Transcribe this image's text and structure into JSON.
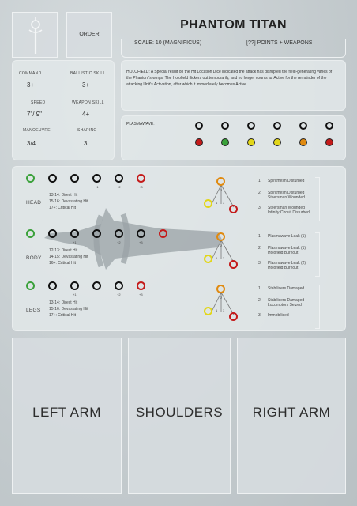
{
  "header": {
    "order_label": "ORDER",
    "title": "PHANTOM TITAN",
    "scale": "SCALE: 10 (MAGNIFICUS)",
    "points": "[??] POINTS + WEAPONS"
  },
  "stats": [
    {
      "label": "COMMAND",
      "value": "3+"
    },
    {
      "label": "BALLISTIC SKILL",
      "value": "3+"
    },
    {
      "label": "SPEED",
      "value": "7\"/ 9\""
    },
    {
      "label": "WEAPON SKILL",
      "value": "4+"
    },
    {
      "label": "MANOEUVRE",
      "value": "3/4"
    },
    {
      "label": "SHAPING",
      "value": "3"
    }
  ],
  "holofield": {
    "label": "HOLOFIELD:",
    "text": "A Special result on the Hit Location Dice indicated the attack has disrupted the field-generating vanes of the Phantom's wings. The Holofield flickers out temporarily, and no longer counts as Active for the remainder of the attacking Unit's Activation, after which it immediately becomes Active."
  },
  "plasma": {
    "label": "PLASMAWAVE:",
    "top_colors": [
      "#111111",
      "#111111",
      "#111111",
      "#111111",
      "#111111",
      "#111111"
    ],
    "bottom_colors": [
      "#c41a1a",
      "#3aa13a",
      "#e2d619",
      "#e2d619",
      "#e08a10",
      "#c41a1a"
    ]
  },
  "locations": [
    {
      "name": "HEAD",
      "tracks": [
        "green",
        "black",
        "black",
        "black",
        "black",
        "red"
      ],
      "modifiers": [
        "",
        "",
        "",
        "+1",
        "+2",
        "+3"
      ],
      "hits": [
        "13-14: Direct Hit",
        "15-16: Devastating Hit",
        "17+: Critical Hit"
      ],
      "diagram_labels": [
        "2",
        "1",
        "3"
      ],
      "effects": [
        {
          "n": "1.",
          "text": "Spiritmesh Disturbed"
        },
        {
          "n": "2.",
          "text": "Spiritmesh Disturbed\nSteersman Wounded"
        },
        {
          "n": "3.",
          "text": "Steersman Wounded\nInfinity Circuit Disturbed"
        }
      ]
    },
    {
      "name": "BODY",
      "tracks": [
        "green",
        "black",
        "black",
        "black",
        "black",
        "black",
        "red"
      ],
      "modifiers": [
        "",
        "",
        "+1",
        "",
        "+2",
        "+3",
        ""
      ],
      "hits": [
        "12-13: Direct Hit",
        "14-15: Devastating Hit",
        "16+: Critical Hit"
      ],
      "diagram_labels": [
        "2",
        "1",
        "3"
      ],
      "effects": [
        {
          "n": "1.",
          "text": "Plasmawave Leak (1)"
        },
        {
          "n": "2.",
          "text": "Plasmawave Leak (1)\nHolofield Burnout"
        },
        {
          "n": "3.",
          "text": "Plasmawave Leak (2)\nHolofield Burnout"
        }
      ]
    },
    {
      "name": "LEGS",
      "tracks": [
        "green",
        "black",
        "black",
        "black",
        "black",
        "red"
      ],
      "modifiers": [
        "",
        "",
        "+1",
        "",
        "+2",
        "+3"
      ],
      "hits": [
        "13-14: Direct Hit",
        "15-16: Devastating Hit",
        "17+: Critical Hit"
      ],
      "diagram_labels": [
        "2",
        "1",
        "3"
      ],
      "effects": [
        {
          "n": "1.",
          "text": "Stabilisers Damaged"
        },
        {
          "n": "2.",
          "text": "Stabilisers Damaged\nLocomotors Seized"
        },
        {
          "n": "3.",
          "text": "Immobilised"
        }
      ]
    }
  ],
  "weapons": [
    {
      "name": "LEFT ARM"
    },
    {
      "name": "SHOULDERS"
    },
    {
      "name": "RIGHT ARM"
    }
  ]
}
